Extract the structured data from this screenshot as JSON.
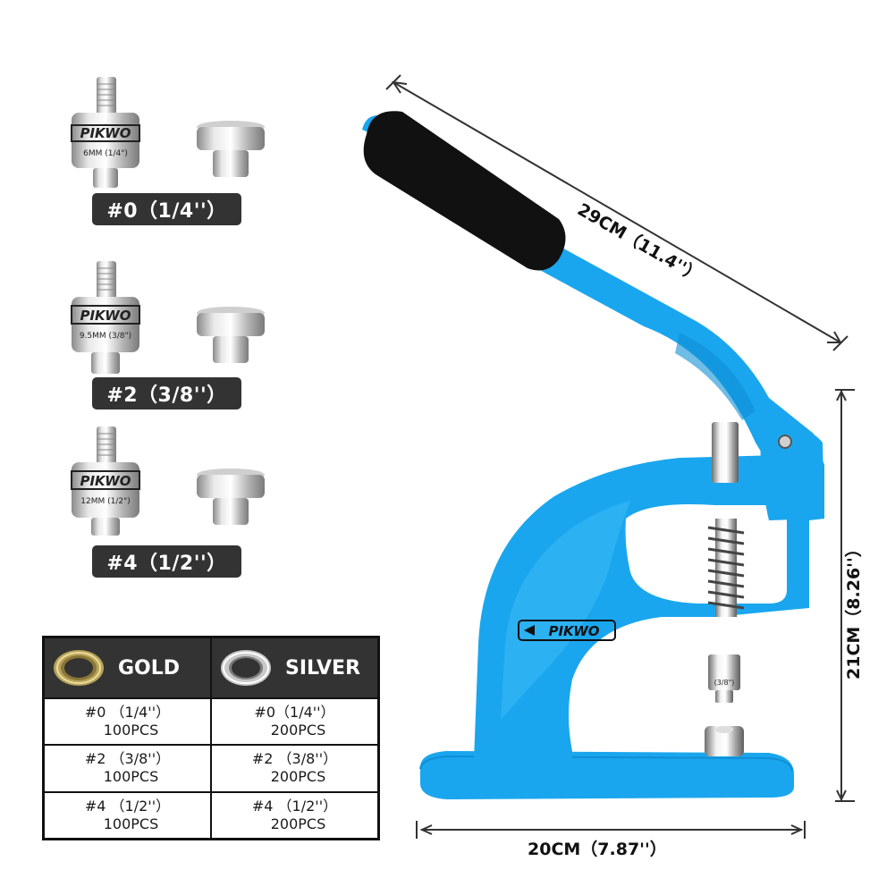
{
  "brand": "PIKWO",
  "colors": {
    "press_blue": "#1aa6ee",
    "press_blue_dark": "#0f8fd6",
    "badge_bg": "#333333",
    "table_header_bg": "#333333",
    "grip_black": "#111111"
  },
  "die_sets": [
    {
      "badge": "#0（1/4''）",
      "punch_engraving": "6MM (1/4\")"
    },
    {
      "badge": "#2（3/8''）",
      "punch_engraving": "9.5MM (3/8\")"
    },
    {
      "badge": "#4（1/2''）",
      "punch_engraving": "12MM (1/2\")"
    }
  ],
  "table": {
    "headers": [
      {
        "label": "GOLD",
        "icon": "gold-grommet-icon"
      },
      {
        "label": "SILVER",
        "icon": "silver-grommet-icon"
      }
    ],
    "rows": [
      {
        "gold_size": "#0 （1/4''）",
        "gold_qty": "100PCS",
        "silver_size": "#0（1/4''）",
        "silver_qty": "200PCS"
      },
      {
        "gold_size": "#2 （3/8''）",
        "gold_qty": "100PCS",
        "silver_size": "#2 （3/8''）",
        "silver_qty": "200PCS"
      },
      {
        "gold_size": "#4 （1/2''）",
        "gold_qty": "100PCS",
        "silver_size": "#4 （1/2''）",
        "silver_qty": "200PCS"
      }
    ]
  },
  "dimensions": {
    "handle_length": "29CM（11.4''）",
    "height": "21CM（8.26''）",
    "base_width": "20CM（7.87''）"
  },
  "press": {
    "body_logo": "PIKWO",
    "mounted_die_label": "(3/8\")"
  }
}
